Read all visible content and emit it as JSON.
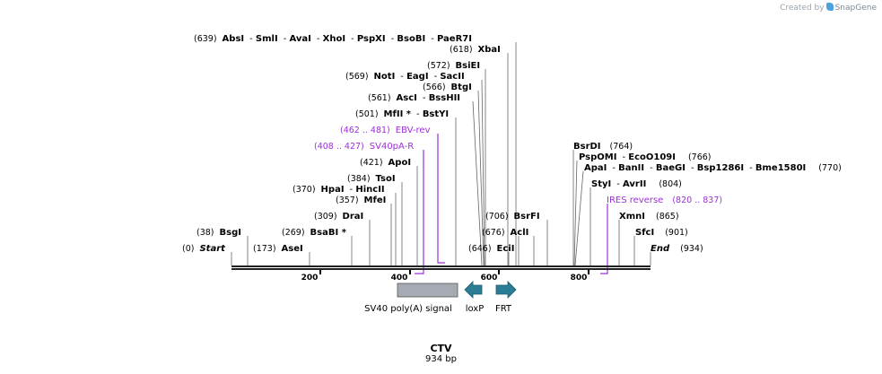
{
  "created_by": {
    "prefix": "Created by",
    "brand": "SnapGene"
  },
  "sequence": {
    "name": "CTV",
    "length_label": "934 bp",
    "length": 934
  },
  "color": {
    "primer": "#9b30d9",
    "feature_grey": "#a6abb3",
    "feature_teal": "#2b7c95",
    "line": "#555555"
  },
  "ruler": {
    "ticks": [
      "200",
      "400",
      "600",
      "800"
    ]
  },
  "sites": [
    {
      "pos": "(639)",
      "names": [
        "AbsI",
        "SmlI",
        "AvaI",
        "XhoI",
        "PspXI",
        "BsoBI",
        "PaeR7I"
      ],
      "position": 639
    },
    {
      "pos": "(618)",
      "names": [
        "XbaI"
      ],
      "position": 618
    },
    {
      "pos": "(572)",
      "names": [
        "BsiEI"
      ],
      "position": 572
    },
    {
      "pos": "(569)",
      "names": [
        "NotI",
        "EagI",
        "SacII"
      ],
      "position": 569
    },
    {
      "pos": "(566)",
      "names": [
        "BtgI"
      ],
      "position": 566
    },
    {
      "pos": "(561)",
      "names": [
        "AscI",
        "BssHII"
      ],
      "position": 561
    },
    {
      "pos": "(501)",
      "names": [
        "MfII *",
        "BstYI"
      ],
      "position": 501
    },
    {
      "pos": "(421)",
      "names": [
        "ApoI"
      ],
      "position": 421
    },
    {
      "pos": "(384)",
      "names": [
        "TsoI"
      ],
      "position": 384
    },
    {
      "pos": "(370)",
      "names": [
        "HpaI",
        "HincII"
      ],
      "position": 370
    },
    {
      "pos": "(357)",
      "names": [
        "MfeI"
      ],
      "position": 357
    },
    {
      "pos": "(309)",
      "names": [
        "DraI"
      ],
      "position": 309
    },
    {
      "pos": "(38)",
      "names": [
        "BsgI"
      ],
      "position": 38
    },
    {
      "pos": "(269)",
      "names": [
        "BsaBI *"
      ],
      "position": 269
    },
    {
      "pos": "(0)",
      "names": [
        "Start"
      ],
      "position": 0
    },
    {
      "pos": "(173)",
      "names": [
        "AseI"
      ],
      "position": 173
    },
    {
      "pos": "(706)",
      "names": [
        "BsrFI"
      ],
      "position": 706
    },
    {
      "pos": "(676)",
      "names": [
        "AclI"
      ],
      "position": 676
    },
    {
      "pos": "(646)",
      "names": [
        "EciI"
      ],
      "position": 646
    },
    {
      "pos": "(764)",
      "names": [
        "BsrDI"
      ],
      "position": 764
    },
    {
      "pos": "(766)",
      "names": [
        "PspOMI",
        "EcoO109I"
      ],
      "position": 766
    },
    {
      "pos": "(770)",
      "names": [
        "ApaI",
        "BanII",
        "BaeGI",
        "Bsp1286I",
        "Bme1580I"
      ],
      "position": 770
    },
    {
      "pos": "(804)",
      "names": [
        "StyI",
        "AvrII"
      ],
      "position": 804
    },
    {
      "pos": "(865)",
      "names": [
        "XmnI"
      ],
      "position": 865
    },
    {
      "pos": "(901)",
      "names": [
        "SfcI"
      ],
      "position": 901
    },
    {
      "pos": "(934)",
      "names": [
        "End"
      ],
      "position": 934
    }
  ],
  "primers": [
    {
      "range": "(462 .. 481)",
      "name": "EBV-rev"
    },
    {
      "range": "(408 .. 427)",
      "name": "SV40pA-R"
    },
    {
      "range": "(820 .. 837)",
      "name": "IRES reverse"
    }
  ],
  "features": [
    {
      "name": "SV40 poly(A) signal",
      "type": "box"
    },
    {
      "name": "loxP",
      "type": "arrow-left"
    },
    {
      "name": "FRT",
      "type": "arrow-right"
    }
  ]
}
